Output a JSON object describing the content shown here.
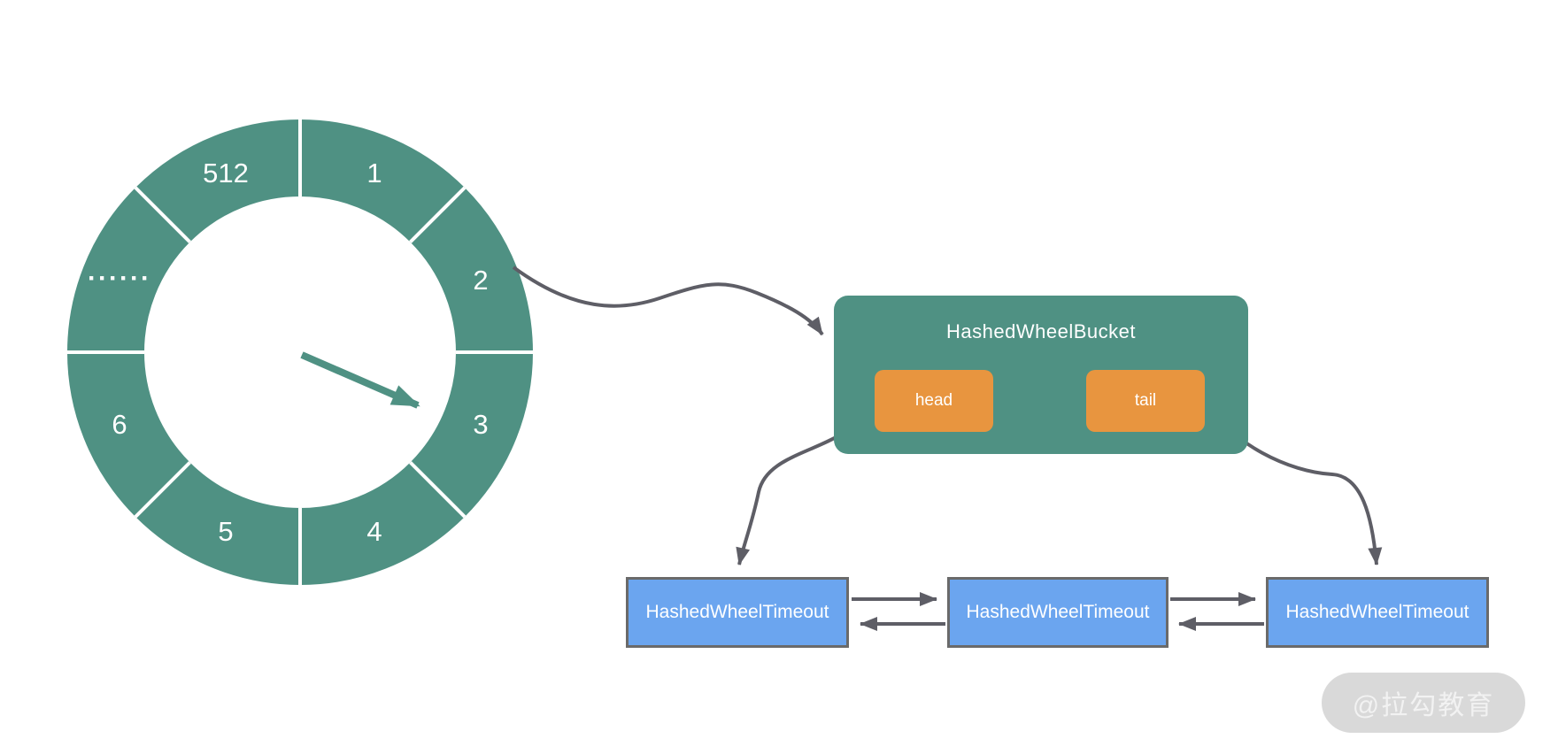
{
  "wheel": {
    "labels": [
      "1",
      "2",
      "3",
      "4",
      "5",
      "6",
      "······",
      "512"
    ]
  },
  "bucket": {
    "title": "HashedWheelBucket",
    "head_label": "head",
    "tail_label": "tail"
  },
  "timeout_nodes": [
    {
      "label": "HashedWheelTimeout"
    },
    {
      "label": "HashedWheelTimeout"
    },
    {
      "label": "HashedWheelTimeout"
    }
  ],
  "watermark": {
    "text": "@拉勾教育"
  },
  "colors": {
    "wheel_green": "#4F9183",
    "node_orange": "#E8953F",
    "timeout_blue": "#6BA5EF",
    "timeout_border": "#6A6A6A",
    "connector_gray": "#5E5E66",
    "watermark_bg": "#D9D9D9",
    "watermark_text": "#F2F2F2"
  }
}
